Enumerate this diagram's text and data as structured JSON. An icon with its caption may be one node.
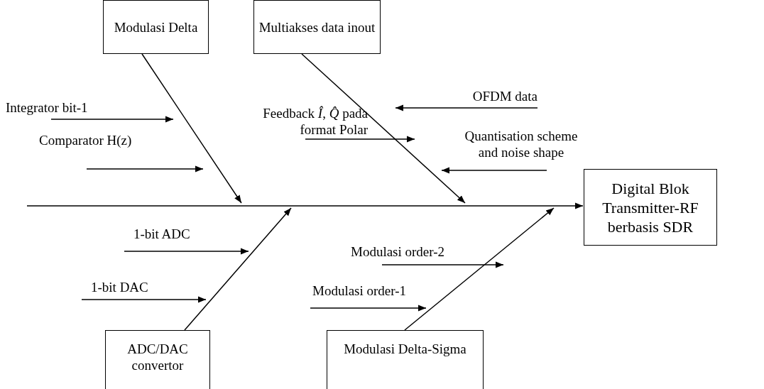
{
  "diagram": {
    "nodes": [
      {
        "text": [
          "Modulasi Delta"
        ]
      },
      {
        "text": [
          "Multiakses data inout"
        ]
      },
      {
        "text": [
          "Integrator bit-1"
        ]
      },
      {
        "text": [
          "OFDM data"
        ]
      },
      {
        "text": [
          "Feedback *Î*, *Q̂* pada format Polar"
        ]
      },
      {
        "text": [
          "Comparator H(z)"
        ]
      },
      {
        "text": [
          "Quantisation scheme and noise shape"
        ]
      },
      {
        "text": [
          "Digital Blok Transmitter-RF berbasis SDR"
        ]
      },
      {
        "text": [
          "1-bit ADC"
        ]
      },
      {
        "text": [
          "Modulasi order-2"
        ]
      },
      {
        "text": [
          "1-bit DAC"
        ]
      },
      {
        "text": [
          "Modulasi order-1"
        ]
      },
      {
        "text": [
          "ADC/DAC convertor"
        ]
      },
      {
        "text": [
          "Modulasi Delta-Sigma"
        ]
      }
    ],
    "edges": [
      {
        "from": null,
        "to": 7,
        "arrow": "to"
      },
      {
        "from": 0,
        "to": null,
        "arrow": "to"
      },
      {
        "from": 1,
        "to": null,
        "arrow": "to"
      },
      {
        "from": 12,
        "to": null,
        "arrow": "to"
      },
      {
        "from": 13,
        "to": null,
        "arrow": "to"
      },
      {
        "from": 2,
        "to": null,
        "arrow": "to"
      },
      {
        "from": 5,
        "to": null,
        "arrow": "to"
      },
      {
        "from": 4,
        "to": null,
        "arrow": "to"
      },
      {
        "from": 3,
        "to": null,
        "arrow": "to"
      },
      {
        "from": 6,
        "to": null,
        "arrow": "to"
      },
      {
        "from": 8,
        "to": null,
        "arrow": "to"
      },
      {
        "from": 10,
        "to": null,
        "arrow": "to"
      },
      {
        "from": 9,
        "to": null,
        "arrow": "to"
      },
      {
        "from": 11,
        "to": null,
        "arrow": "to"
      }
    ]
  }
}
